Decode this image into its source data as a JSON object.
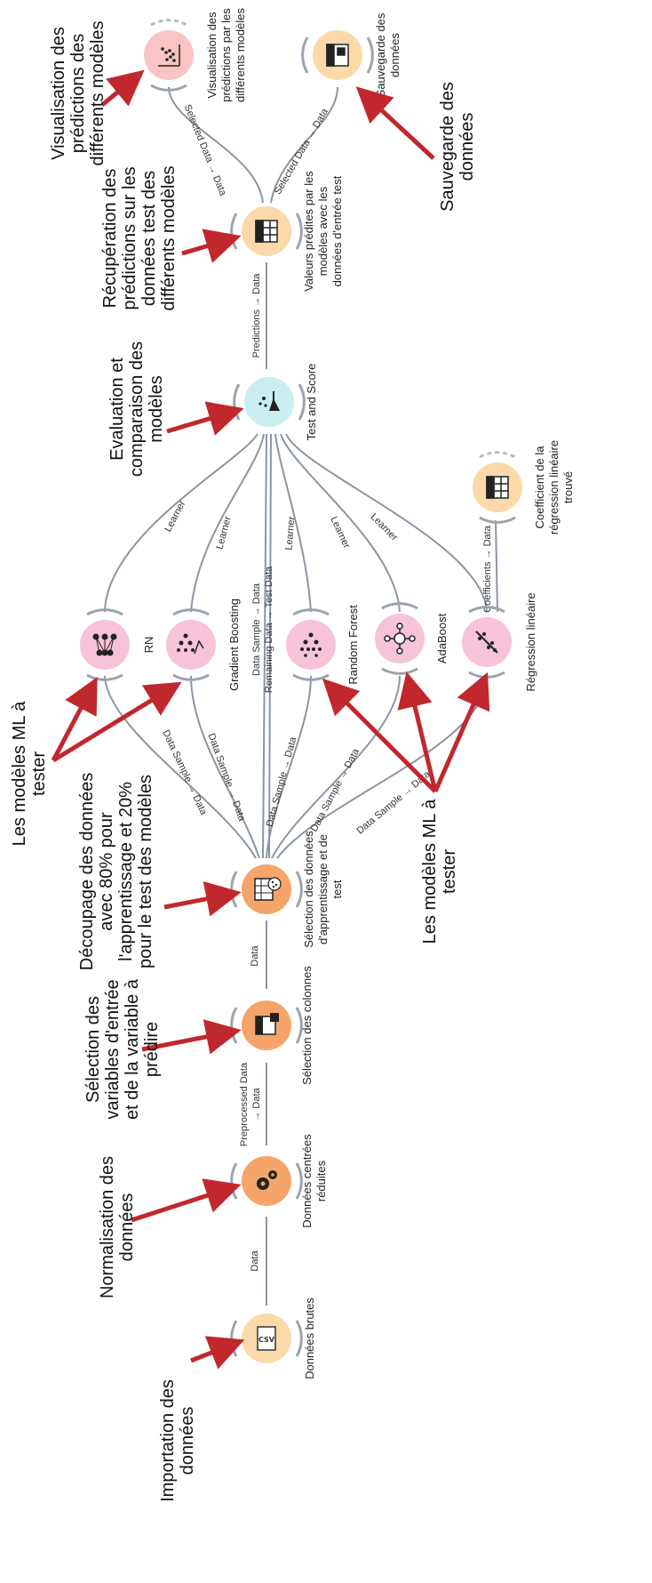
{
  "nodes": {
    "donnees_brutes": {
      "label": "Données brutes",
      "icon": "csv-file-icon",
      "color": "#fcd9a8"
    },
    "donnees_centrees": {
      "label": [
        "Données centrées",
        "réduites"
      ],
      "icon": "gears-icon",
      "color": "#f5a56a"
    },
    "selection_colonnes": {
      "label": "Sélection des colonnes",
      "icon": "select-columns-icon",
      "color": "#f5a56a"
    },
    "selection_donnees": {
      "label": [
        "Sélection des données",
        "d'apprentissage et de",
        "test"
      ],
      "icon": "data-sampler-icon",
      "color": "#f5a56a"
    },
    "nn": {
      "label": "RN",
      "icon": "neural-network-icon",
      "color": "#f6c3d8"
    },
    "gradient_boosting": {
      "label": "Gradient Boosting",
      "icon": "gradient-boosting-icon",
      "color": "#f6c3d8"
    },
    "random_forest": {
      "label": "Random Forest",
      "icon": "random-forest-icon",
      "color": "#f6c3d8"
    },
    "adaboost": {
      "label": "AdaBoost",
      "icon": "adaboost-icon",
      "color": "#f6c3d8"
    },
    "regression": {
      "label": "Régression linéaire",
      "icon": "linear-regression-icon",
      "color": "#f6c3d8"
    },
    "coefficient": {
      "label": [
        "Coefficient de la",
        "régression linéaire",
        "trouvé"
      ],
      "icon": "data-table-icon",
      "color": "#fcd9a8"
    },
    "test_and_score": {
      "label": "Test and Score",
      "icon": "test-and-score-icon",
      "color": "#c8eef0"
    },
    "valeurs_predites": {
      "label": [
        "Valeurs prédites par les",
        "modèles avec les",
        "données d'entrée test"
      ],
      "icon": "data-table-icon",
      "color": "#fcd9a8"
    },
    "visualisation": {
      "label": [
        "Visualisation des",
        "prédictions par les",
        "différents modèles"
      ],
      "icon": "scatter-plot-icon",
      "color": "#f8c4c4"
    },
    "sauvegarde": {
      "label": [
        "Sauvegarde des",
        "données"
      ],
      "icon": "save-data-icon",
      "color": "#fcd9a8"
    }
  },
  "links": {
    "data1": "Data",
    "preprocessed": [
      "Preprocessed Data",
      "→ Data"
    ],
    "data2": "Data",
    "ds_nn": "Data Sample → Data",
    "ds_gb": "Data Sample → Data",
    "ds_rf": "Data Sample → Data",
    "ds_ada": "Data Sample → Data",
    "ds_reg": "Data Sample → Data",
    "ds_ts": "Data Sample → Data",
    "remaining": "Remaining Data → Test Data",
    "learner1": "Learner",
    "learner2": "Learner",
    "learner3": "Learner",
    "learner4": "Learner",
    "learner5": "Learner",
    "coefficients": "Coefficients → Data",
    "predictions": "Predictions → Data",
    "selected1": "Selected Data → Data",
    "selected2": "Selected Data → Data"
  },
  "annotations": {
    "importation": [
      "Importation des",
      "données"
    ],
    "normalisation": [
      "Normalisation des",
      "données"
    ],
    "selection_variables": [
      "Sélection des",
      "variables d'entrée",
      "et de la variable à",
      "prédire"
    ],
    "decoupage": [
      "Découpage des données",
      "avec 80% pour",
      "l'apprentissage et 20%",
      "pour le test des modèles"
    ],
    "modeles_left": [
      "Les modèles ML à",
      "tester"
    ],
    "modeles_right": [
      "Les modèles ML à",
      "tester"
    ],
    "evaluation": [
      "Evaluation et",
      "comparaison des",
      "modèles"
    ],
    "recuperation": [
      "Récupération des",
      "prédictions sur les",
      "données test des",
      "différents modèles"
    ],
    "visualisation": [
      "Visualisation des",
      "prédictions des",
      "différents modèles"
    ],
    "sauvegarde": [
      "Sauvegarde des",
      "données"
    ]
  },
  "colors": {
    "edge": "#8a96a3",
    "arrow": "#c0282d",
    "orange_light": "#fcd9a8",
    "orange": "#f5a56a",
    "pink": "#f6c3d8",
    "cyan": "#c8eef0",
    "salmon": "#f8c4c4"
  }
}
